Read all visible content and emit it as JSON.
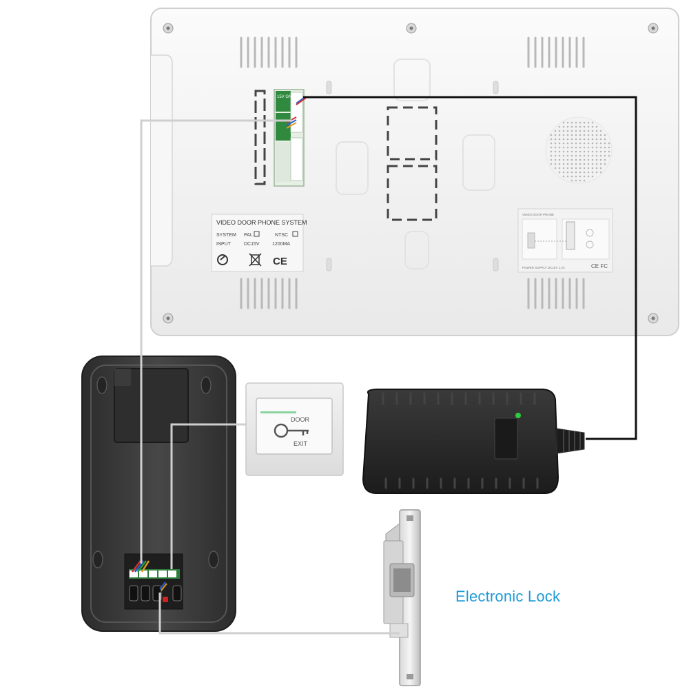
{
  "monitor": {
    "label_title": "VIDEO DOOR PHONE SYSTEM",
    "label_system": "SYSTEM",
    "label_pal": "PAL",
    "label_ntsc": "NTSC",
    "label_input": "INPUT",
    "label_voltage": "DC15V",
    "label_current": "1200MA",
    "label_ce": "CE",
    "right_label_title": "VIDEO DOOR PHONE",
    "right_label_power": "POWER SUPPLY DC15V 1.2A",
    "right_label_marks": "CE FC",
    "terminal_top_text": "15V GND"
  },
  "exit_button": {
    "line1": "DOOR",
    "line2": "EXIT"
  },
  "lock": {
    "caption": "Electronic Lock"
  },
  "colors": {
    "caption": "#1e9ad6",
    "monitor_body": "#f4f4f4",
    "camera_body": "#3a3a3a",
    "adapter_body": "#2a2a2a",
    "wire": "#111111",
    "wire_light": "#c8c8c8",
    "led": "#2ecc40"
  }
}
